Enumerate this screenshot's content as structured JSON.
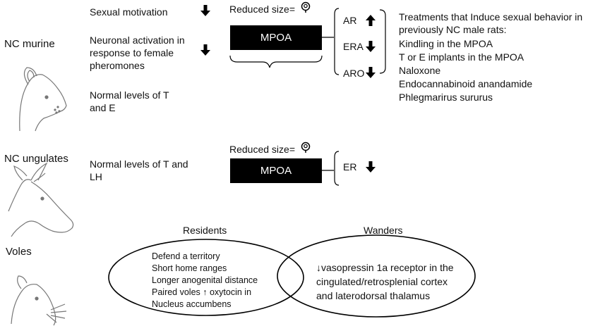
{
  "murine": {
    "group_label": "NC murine",
    "items": [
      {
        "text": "Sexual motivation",
        "arrow": "down"
      },
      {
        "text": "Neuronal activation in\nresponse to female\npheromones",
        "arrow": "down"
      },
      {
        "text": "Normal levels of T\nand E"
      }
    ],
    "reduced_size": "Reduced size=",
    "mpoa": "MPOA",
    "receptors": [
      {
        "label": "AR",
        "arrow": "up"
      },
      {
        "label": "ERA",
        "arrow": "down"
      },
      {
        "label": "ARO",
        "arrow": "down"
      }
    ],
    "treatments": {
      "title": "Treatments that Induce sexual behavior in\npreviously NC male rats:",
      "items": [
        "Kindling in the MPOA",
        "T or E implants in the MPOA",
        "Naloxone",
        "Endocannabinoid anandamide",
        "Phlegmarirus sururus"
      ]
    }
  },
  "ungulates": {
    "group_label": "NC ungulates",
    "levels": "Normal levels of T and\nLH",
    "reduced_size": "Reduced size=",
    "mpoa": "MPOA",
    "receptor": {
      "label": "ER",
      "arrow": "down"
    }
  },
  "voles": {
    "group_label": "Voles",
    "residents": {
      "title": "Residents",
      "lines": [
        "Defend a territory",
        "Short home ranges",
        "Longer anogenital distance",
        "Paired voles ↑ oxytocin in",
        "Nucleus accumbens"
      ]
    },
    "wanders": {
      "title": "Wanders",
      "lines": [
        "↓vasopressin 1a receptor in the",
        "cingulated/retrosplenial cortex",
        "and laterodorsal thalamus"
      ]
    }
  }
}
